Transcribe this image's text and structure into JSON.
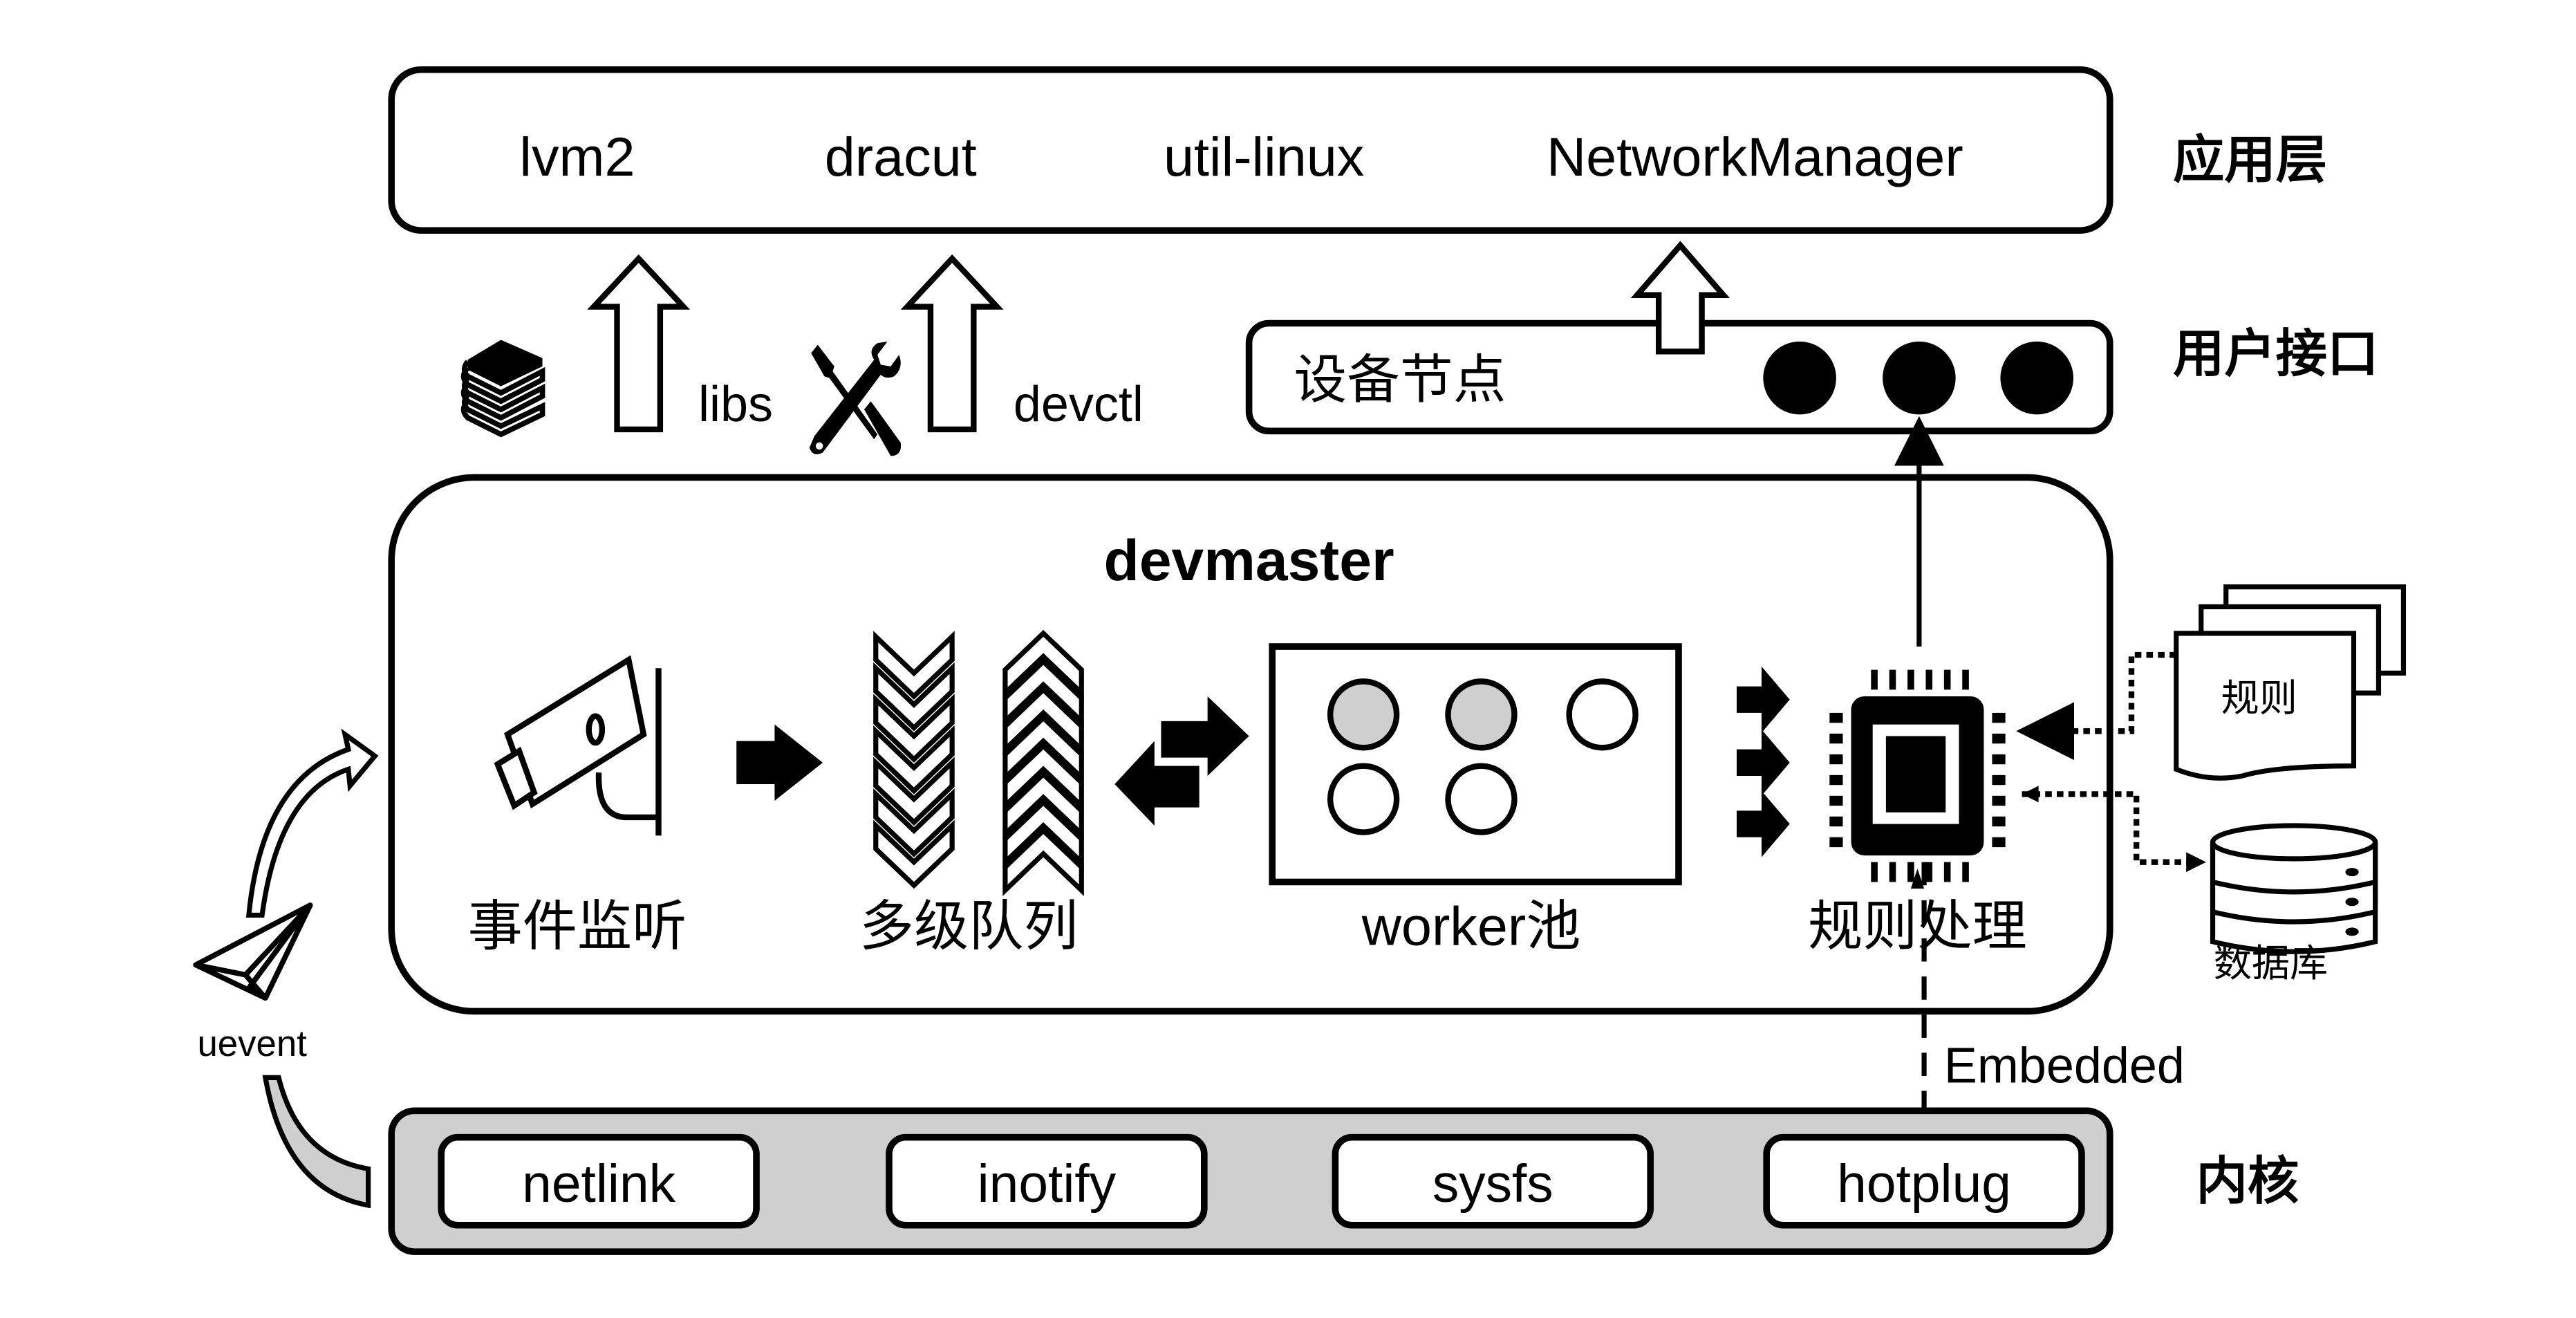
{
  "diagram": {
    "title": "devmaster",
    "layers": {
      "application": "应用层",
      "user_interface": "用户接口",
      "kernel": "内核"
    },
    "applications": [
      "lvm2",
      "dracut",
      "util-linux",
      "NetworkManager"
    ],
    "interfaces": {
      "libs_label": "libs",
      "devctl_label": "devctl",
      "device_nodes_label": "设备节点",
      "device_node_count": 3
    },
    "devmaster_components": [
      {
        "id": "event-listener",
        "label": "事件监听",
        "icon": "surveillance-camera-icon"
      },
      {
        "id": "multi-level-queue",
        "label": "多级队列",
        "icon": "chevron-queue-icon"
      },
      {
        "id": "worker-pool",
        "label": "worker池",
        "icon": "worker-pool-icon"
      },
      {
        "id": "rule-processing",
        "label": "规则处理",
        "icon": "cpu-chip-icon"
      }
    ],
    "worker_pool": {
      "total_workers": 5,
      "busy_workers": 2,
      "busy_color": "#d0cfd0",
      "idle_color": "#ffffff"
    },
    "external": {
      "rules_label": "规则",
      "database_label": "数据库"
    },
    "uevent_label": "uevent",
    "embedded_label": "Embedded",
    "kernel_modules": [
      "netlink",
      "inotify",
      "sysfs",
      "hotplug"
    ],
    "colors": {
      "stroke": "#000000",
      "kernel_fill": "#d0cfd0",
      "background": "#ffffff"
    }
  }
}
